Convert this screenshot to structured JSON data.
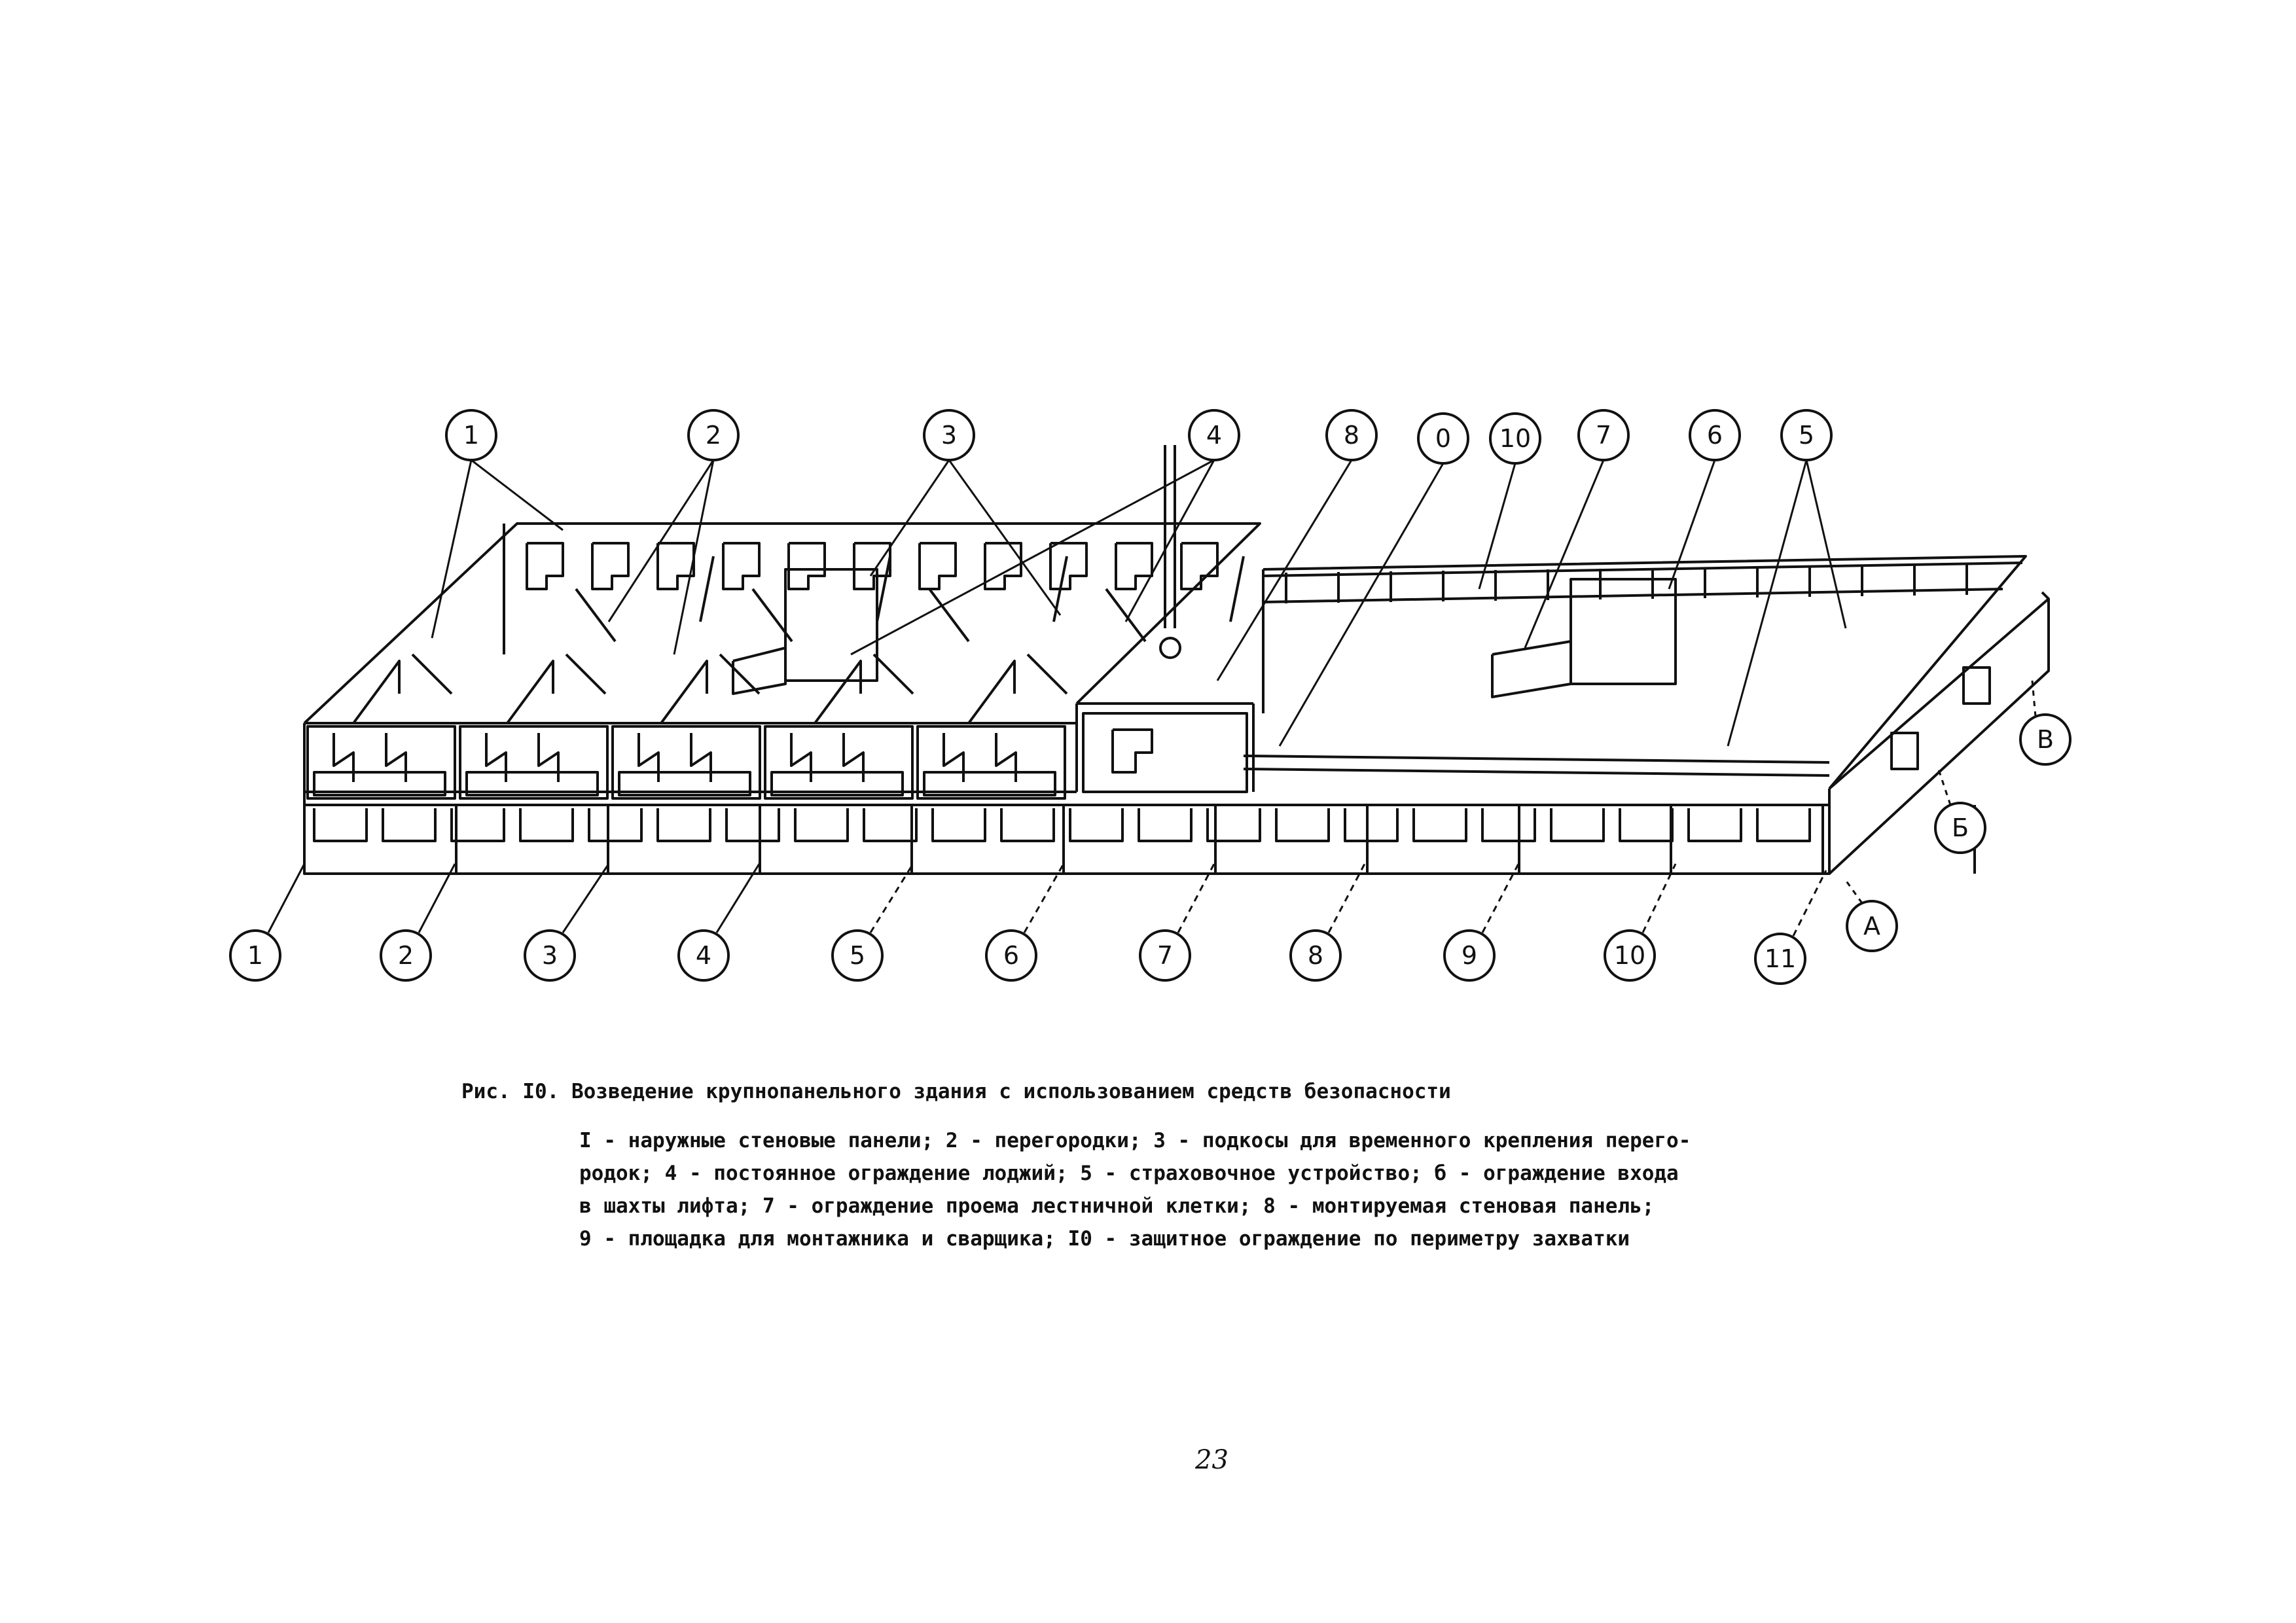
{
  "figure": {
    "callouts_top": [
      "1",
      "2",
      "3",
      "4",
      "8",
      "0",
      "10",
      "7",
      "6",
      "5"
    ],
    "callouts_bottom": [
      "1",
      "2",
      "3",
      "4",
      "5",
      "6",
      "7",
      "8",
      "9",
      "10",
      "11"
    ],
    "axis_labels": [
      "A",
      "Б",
      "В"
    ]
  },
  "caption": {
    "title": "Рис. I0. Возведение крупнопанельного здания с использованием средств безопасности",
    "lines": [
      "I - наружные стеновые панели; 2 - перегородки; 3 - подкосы для временного крепления перего-",
      "родок; 4 - постоянное ограждение лоджий; 5 - страховочное устройство; б - ограждение входа",
      "в шахты лифта; 7 - ограждение проема лестничной клетки; 8 - монтируемая стеновая панель;",
      "9 - площадка для монтажника и сварщика; I0 - защитное ограждение по периметру захватки"
    ]
  },
  "page_number": "23"
}
